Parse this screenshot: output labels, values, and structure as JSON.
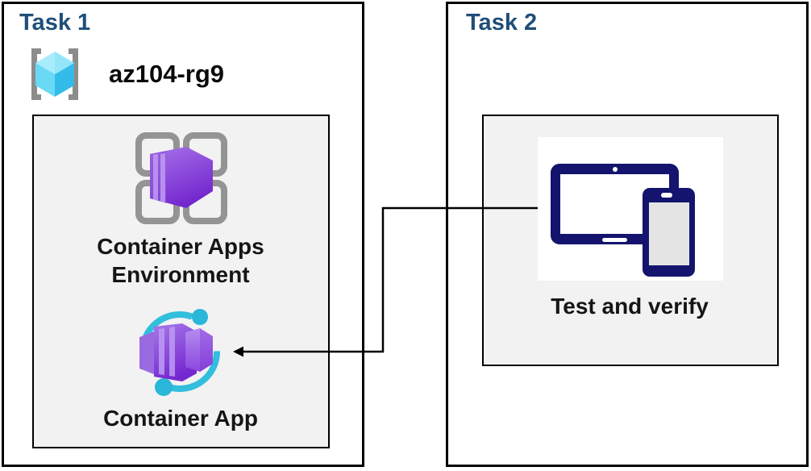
{
  "diagram": {
    "task1": {
      "title": "Task 1",
      "resource_group_name": "az104-rg9",
      "environment_label": "Container Apps Environment",
      "app_label": "Container App"
    },
    "task2": {
      "title": "Task 2",
      "verify_label": "Test and verify"
    },
    "icons": {
      "resource_group": "resource-group-icon",
      "environment": "container-apps-environment-icon",
      "app": "container-app-icon",
      "devices": "tablet-and-phone-icon"
    },
    "connector": {
      "type": "elbow-arrow",
      "from": "test-and-verify",
      "to": "container-app"
    },
    "colors": {
      "title_navy": "#1F4E79",
      "panel_fill": "#F2F2F2",
      "border": "#000000",
      "text": "#151515",
      "purple": "#8B4FD8",
      "cyan": "#32BEDD",
      "device_navy": "#14146E",
      "bracket_gray": "#8C8C8C",
      "grid_gray": "#949494",
      "cube_cyan": "#50E6FF"
    }
  }
}
